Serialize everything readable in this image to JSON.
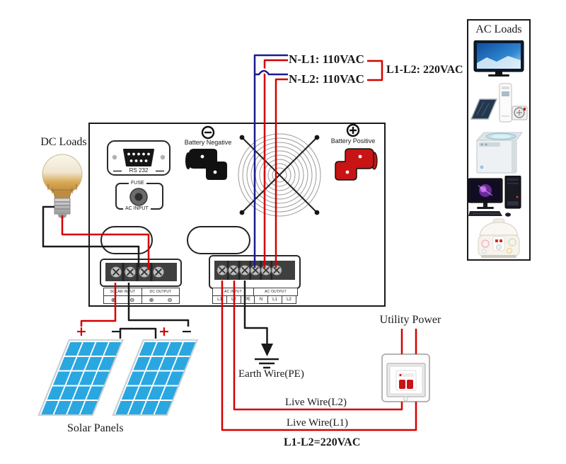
{
  "colors": {
    "wire_red": "#d40000",
    "wire_blue": "#1b1b8e",
    "wire_black": "#1a1a1a",
    "panel_blue": "#2aa7e0",
    "battery_red": "#c81414"
  },
  "top_labels": {
    "n_l1": "N-L1: 110VAC",
    "n_l2": "N-L2: 110VAC",
    "l1_l2": "L1-L2: 220VAC"
  },
  "inverter": {
    "rs232": "RS 232",
    "fuse": "FUSE",
    "fuse_ac_input": "AC INPUT",
    "battery_negative": "Battery Negative",
    "battery_positive": "Battery Positive",
    "dc_terminal": {
      "solar_input": "SOLAR INPUT",
      "dc_output": "DC OUTPUT",
      "symbols": [
        "⊕",
        "⊖",
        "⊕",
        "⊖"
      ]
    },
    "ac_terminal": {
      "ac_input": "AC INPUT",
      "ac_output": "AC OUTPUT",
      "pins": [
        "L1",
        "L2",
        "PE",
        "N",
        "L1",
        "L2"
      ]
    }
  },
  "dc_loads": {
    "title": "DC Loads"
  },
  "solar": {
    "title": "Solar Panels",
    "p1_plus": "+",
    "p1_minus": "−",
    "p2_plus": "+",
    "p2_minus": "−"
  },
  "ac_loads": {
    "title": "AC Loads",
    "items": [
      "tv",
      "air-conditioner",
      "washing-machine",
      "desktop-computer",
      "rice-cooker"
    ]
  },
  "utility": {
    "title": "Utility Power"
  },
  "ground": {
    "label": "Earth Wire(PE)"
  },
  "bottom_labels": {
    "live_l2": "Live Wire(L2)",
    "live_l1": "Live Wire(L1)",
    "total": "L1-L2=220VAC"
  }
}
